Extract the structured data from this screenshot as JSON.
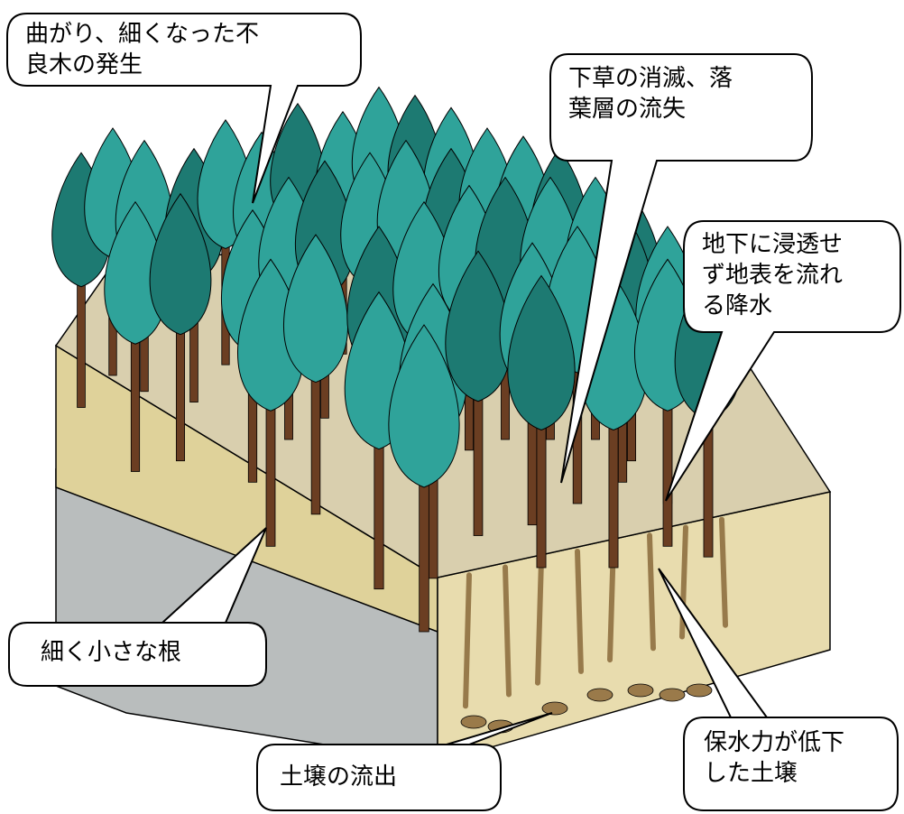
{
  "callouts": {
    "poor_trees": "曲がり、細くなった不\n良木の発生",
    "undergrowth": "下草の消滅、落\n葉層の流失",
    "runoff": "地下に浸透せ\nず地表を流れ\nる降水",
    "fine_roots": "細く小さな根",
    "soil_outflow": "土壌の流出",
    "soil_retention": "保水力が低下\nした土壌"
  },
  "colors": {
    "foliage": "#2fa39a",
    "foliage_dark": "#1d7a72",
    "trunk": "#6b3e22",
    "ground_top": "#d9cfae",
    "soil_front": "#e8dcae",
    "soil_side": "#dfd29a",
    "bedrock": "#b9bdbd",
    "outline": "#000000"
  }
}
